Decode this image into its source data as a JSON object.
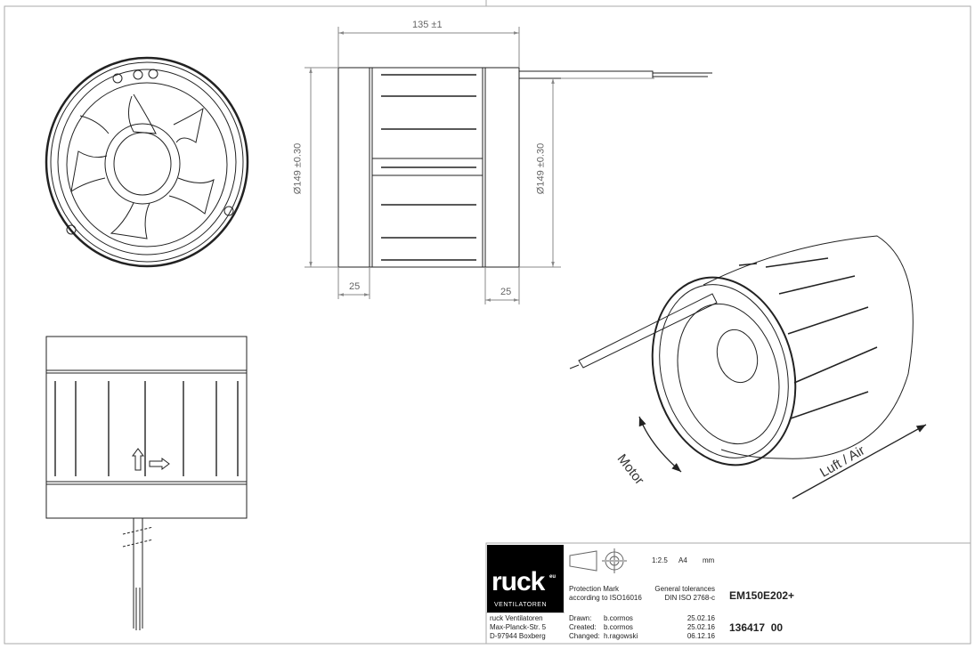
{
  "dimensions": {
    "length": "135 ±1",
    "diameter_left": "Ø149 ±0.30",
    "diameter_right": "Ø149 ±0.30",
    "band_left": "25",
    "band_right": "25"
  },
  "labels": {
    "motor": "Motor",
    "airflow": "Luft / Air"
  },
  "title_block": {
    "logo": {
      "word": "ruck",
      "suffix": "eu",
      "sub": "VENTILATOREN"
    },
    "scale": "1:2.5",
    "paper": "A4",
    "unit": "mm",
    "protection_mark": [
      "Protection Mark",
      "according to ISO16016"
    ],
    "tolerances": [
      "General tolerances",
      "DIN ISO 2768-c"
    ],
    "model": "EM150E202+",
    "part_number": "136417  00",
    "company": [
      "ruck Ventilatoren",
      "Max-Planck-Str. 5",
      "D-97944 Boxberg"
    ],
    "drawn_label": "Drawn:",
    "drawn_by": "b.cormos",
    "drawn_date": "25.02.16",
    "created_label": "Created:",
    "created_by": "b.cormos",
    "created_date": "25.02.16",
    "changed_label": "Changed:",
    "changed_by": "h.ragowski",
    "changed_date": "06.12.16"
  }
}
